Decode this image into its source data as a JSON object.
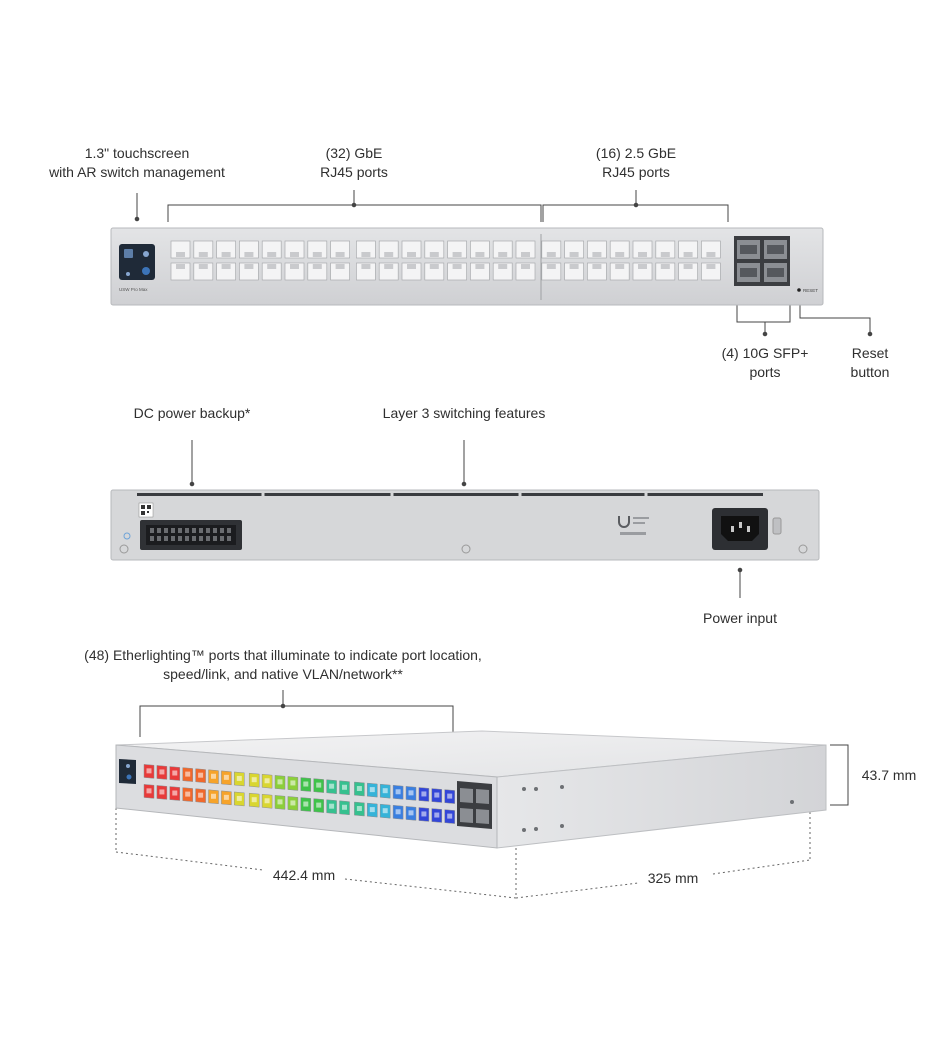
{
  "front": {
    "touchscreen": {
      "line1": "1.3\" touchscreen",
      "line2": "with AR switch management"
    },
    "gbe": {
      "line1": "(32) GbE",
      "line2": "RJ45 ports"
    },
    "gbe25": {
      "line1": "(16) 2.5 GbE",
      "line2": "RJ45 ports"
    },
    "sfp": {
      "line1": "(4) 10G SFP+",
      "line2": "ports"
    },
    "reset": {
      "line1": "Reset",
      "line2": "button"
    },
    "model_text": "USW Pro Max",
    "reset_text": "RESET"
  },
  "back": {
    "dc_power": "DC power backup*",
    "layer3": "Layer 3 switching features",
    "power_input": "Power input"
  },
  "iso": {
    "ether_line1": "(48) Etherlighting™ ports that illuminate to indicate port location,",
    "ether_line2": "speed/link, and native VLAN/network**",
    "width": "442.4 mm",
    "depth": "325 mm",
    "height": "43.7 mm"
  },
  "colors": {
    "chassis": "#d7d8da",
    "chassis_edge": "#b9bbbe",
    "port": "#f4f4f5",
    "screen": "#1f2a38",
    "etherlight_spectrum": [
      "#e83a3a",
      "#f0682c",
      "#f6a32a",
      "#d9d630",
      "#8ccf3a",
      "#3fc24a",
      "#36c08f",
      "#36b3d8",
      "#3a7fe0",
      "#3346d8"
    ]
  },
  "icons": [
    "touchscreen-icon",
    "sfp-port-icon",
    "power-socket-icon",
    "dc-connector-icon",
    "ubiquiti-logo-icon"
  ]
}
